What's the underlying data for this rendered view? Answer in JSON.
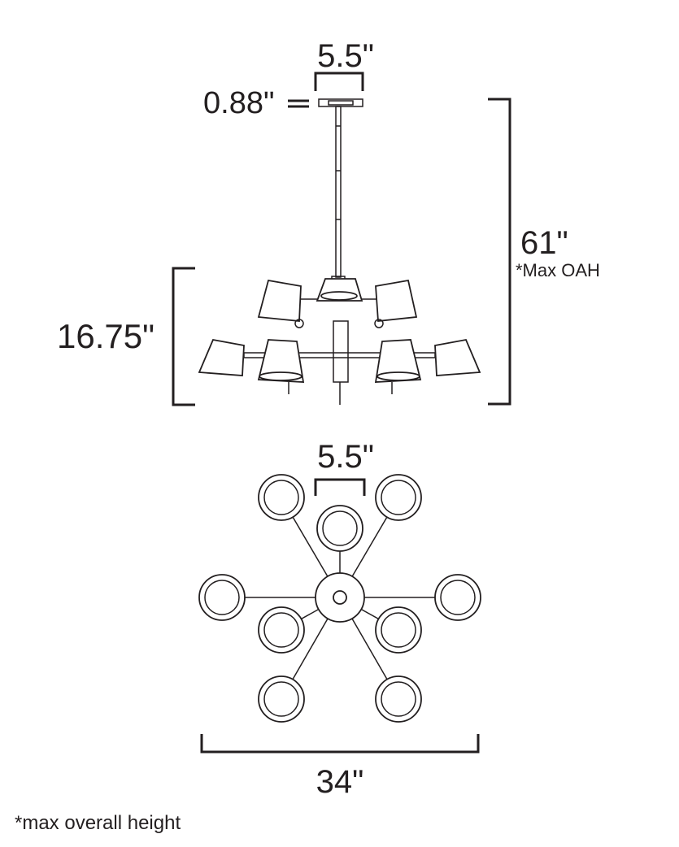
{
  "elevation": {
    "canopy_width": "5.5\"",
    "canopy_height": "0.88\"",
    "overall_height": "61\"",
    "overall_height_note": "*Max OAH",
    "body_height": "16.75\""
  },
  "plan": {
    "center_spacing": "5.5\"",
    "overall_width": "34\""
  },
  "footnote": "*max overall height",
  "colors": {
    "line": "#231f20",
    "background": "#ffffff"
  }
}
